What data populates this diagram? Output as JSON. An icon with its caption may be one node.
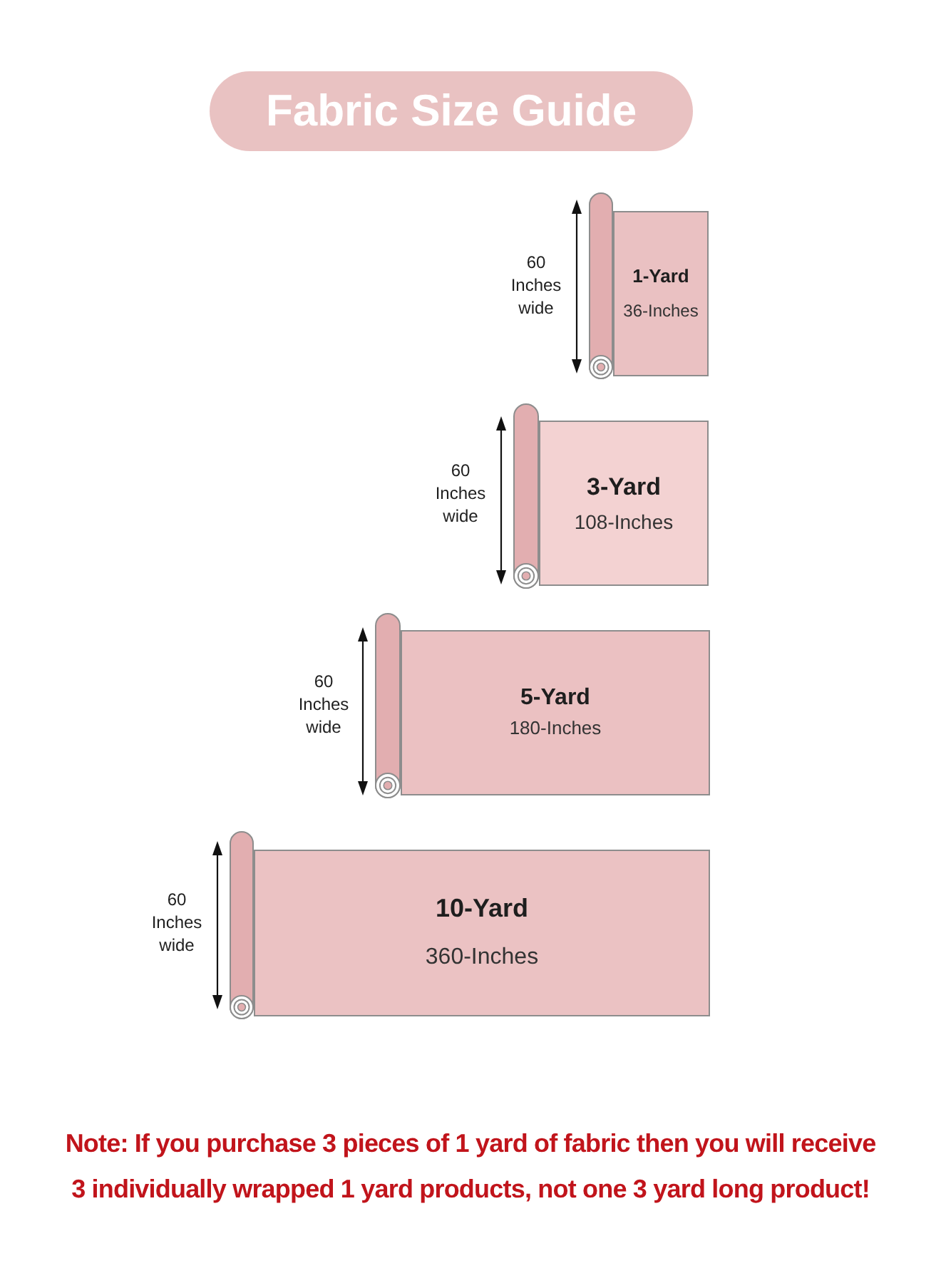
{
  "diagram": {
    "title": "Fabric Size Guide",
    "nodes": [
      {
        "text": [
          "1-Yard",
          "36-Inches"
        ]
      },
      {
        "text": [
          "3-Yard",
          "108-Inches"
        ]
      },
      {
        "text": [
          "5-Yard",
          "180-Inches"
        ]
      },
      {
        "text": [
          "10-Yard",
          "360-Inches"
        ]
      }
    ],
    "labels": [
      "60 Inches wide",
      "60 Inches wide",
      "60 Inches wide",
      "60 Inches wide"
    ],
    "caption": "Note: If you purchase 3 pieces of 1 yard of fabric then you will receive 3 individually wrapped 1 yard products, not one 3 yard long product!"
  }
}
